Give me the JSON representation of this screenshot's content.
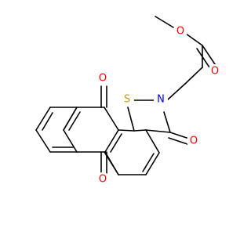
{
  "molecule": {
    "atoms": {
      "methyl_o": {
        "symbol": "O",
        "color": "#ff0000"
      },
      "carbonyl_o": {
        "symbol": "O",
        "color": "#ff0000"
      },
      "sulfur": {
        "symbol": "S",
        "color": "#c8a000"
      },
      "nitrogen": {
        "symbol": "N",
        "color": "#0000ff"
      },
      "lactam_o": {
        "symbol": "O",
        "color": "#ff0000"
      },
      "quinone_o_top": {
        "symbol": "O",
        "color": "#ff0000"
      },
      "quinone_o_bottom": {
        "symbol": "O",
        "color": "#ff0000"
      }
    },
    "bond_color": "#000000"
  }
}
